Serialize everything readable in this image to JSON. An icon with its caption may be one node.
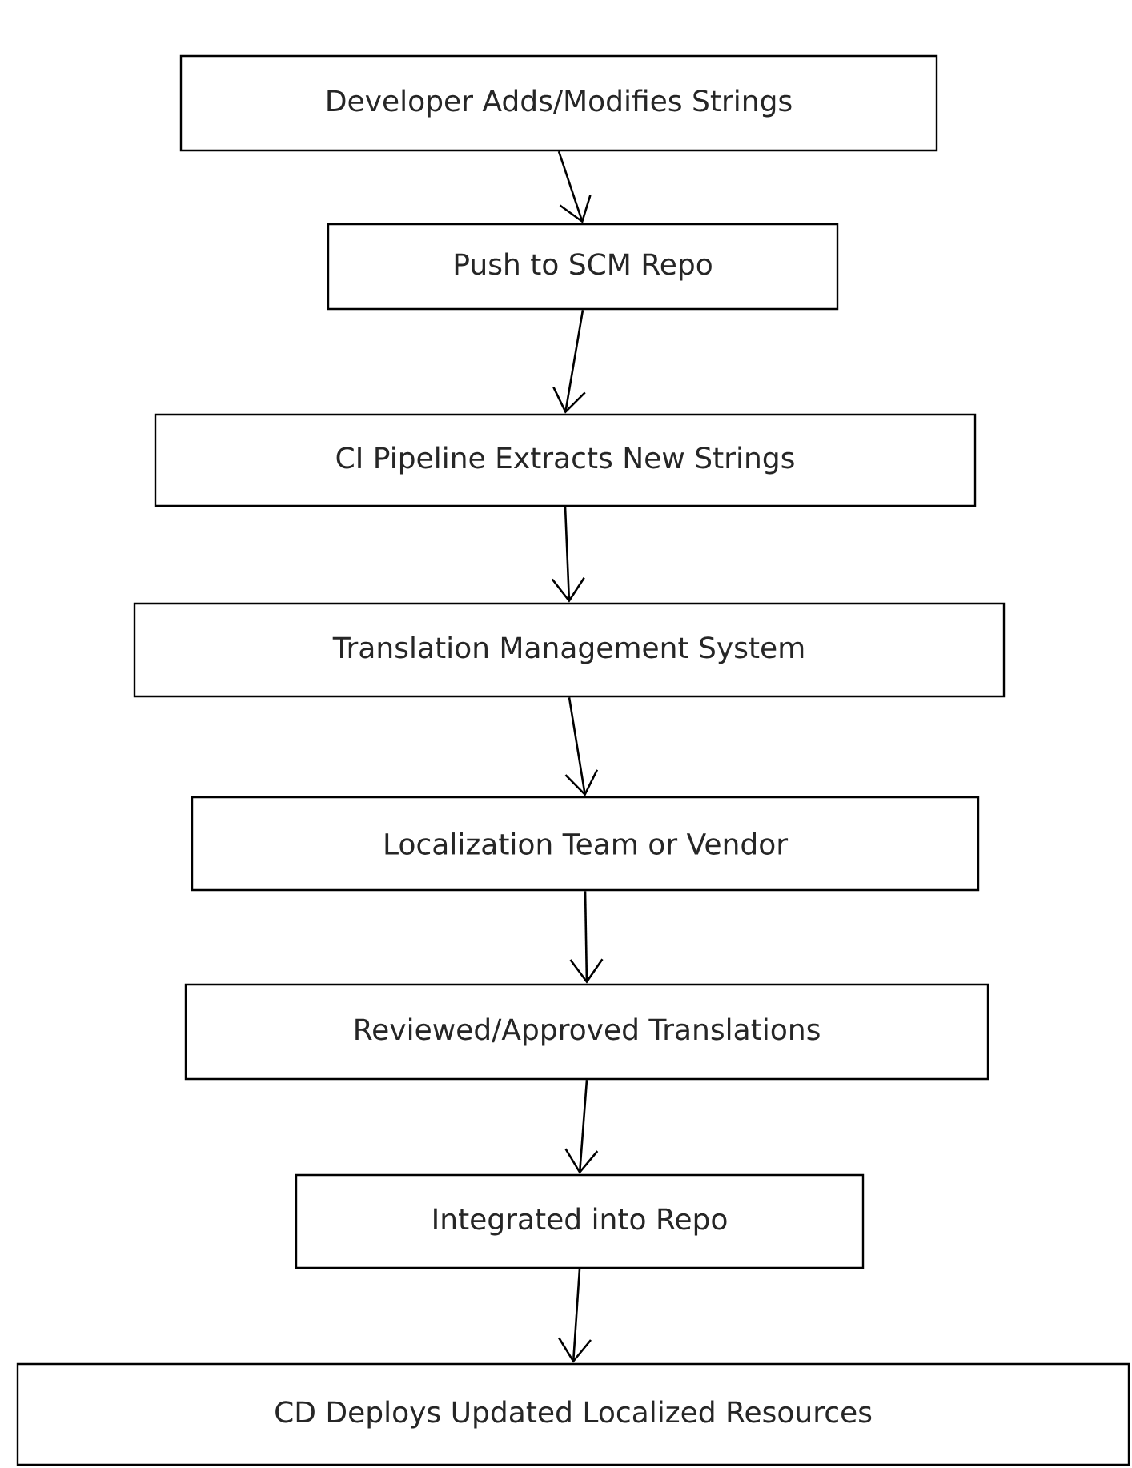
{
  "diagram": {
    "nodes": [
      {
        "text": [
          "Developer Adds/Modifies Strings"
        ]
      },
      {
        "text": [
          "Push to SCM Repo"
        ]
      },
      {
        "text": [
          "CI Pipeline Extracts New Strings"
        ]
      },
      {
        "text": [
          "Translation Management System"
        ]
      },
      {
        "text": [
          "Localization Team or Vendor"
        ]
      },
      {
        "text": [
          "Reviewed/Approved Translations"
        ]
      },
      {
        "text": [
          "Integrated into Repo"
        ]
      },
      {
        "text": [
          "CD Deploys Updated Localized Resources"
        ]
      }
    ],
    "edges": [
      {
        "from": 0,
        "to": 1,
        "arrow": "to"
      },
      {
        "from": 1,
        "to": 2,
        "arrow": "to"
      },
      {
        "from": 2,
        "to": 3,
        "arrow": "to"
      },
      {
        "from": 3,
        "to": 4,
        "arrow": "to"
      },
      {
        "from": 4,
        "to": 5,
        "arrow": "to"
      },
      {
        "from": 5,
        "to": 6,
        "arrow": "to"
      },
      {
        "from": 6,
        "to": 7,
        "arrow": "to"
      }
    ]
  }
}
